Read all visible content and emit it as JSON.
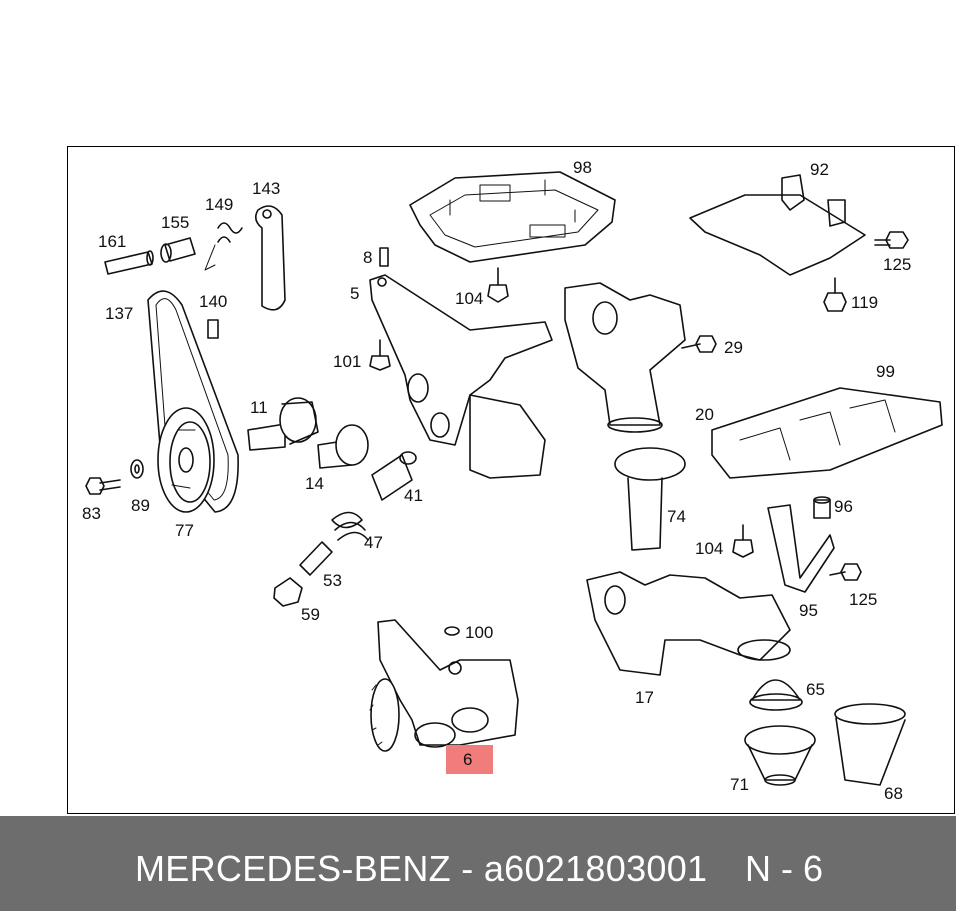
{
  "diagram": {
    "callouts": [
      {
        "id": "98",
        "text": "98"
      },
      {
        "id": "92",
        "text": "92"
      },
      {
        "id": "143",
        "text": "143"
      },
      {
        "id": "149",
        "text": "149"
      },
      {
        "id": "155",
        "text": "155"
      },
      {
        "id": "161",
        "text": "161"
      },
      {
        "id": "8",
        "text": "8"
      },
      {
        "id": "5",
        "text": "5"
      },
      {
        "id": "104a",
        "text": "104"
      },
      {
        "id": "125a",
        "text": "125"
      },
      {
        "id": "119",
        "text": "119"
      },
      {
        "id": "137",
        "text": "137"
      },
      {
        "id": "140",
        "text": "140"
      },
      {
        "id": "101",
        "text": "101"
      },
      {
        "id": "29",
        "text": "29"
      },
      {
        "id": "99",
        "text": "99"
      },
      {
        "id": "11",
        "text": "11"
      },
      {
        "id": "20",
        "text": "20"
      },
      {
        "id": "14",
        "text": "14"
      },
      {
        "id": "41",
        "text": "41"
      },
      {
        "id": "83",
        "text": "83"
      },
      {
        "id": "89",
        "text": "89"
      },
      {
        "id": "77",
        "text": "77"
      },
      {
        "id": "74",
        "text": "74"
      },
      {
        "id": "96",
        "text": "96"
      },
      {
        "id": "47",
        "text": "47"
      },
      {
        "id": "104b",
        "text": "104"
      },
      {
        "id": "53",
        "text": "53"
      },
      {
        "id": "125b",
        "text": "125"
      },
      {
        "id": "59",
        "text": "59"
      },
      {
        "id": "95",
        "text": "95"
      },
      {
        "id": "100",
        "text": "100"
      },
      {
        "id": "65",
        "text": "65"
      },
      {
        "id": "17",
        "text": "17"
      },
      {
        "id": "71",
        "text": "71"
      },
      {
        "id": "68",
        "text": "68"
      }
    ],
    "highlighted_part": "6"
  },
  "caption": {
    "brand_and_part": "MERCEDES-BENZ - a6021803001",
    "position_code": "N - 6"
  },
  "colors": {
    "highlight": "#f07c7c",
    "caption_bar": "#6d6d6d",
    "caption_text": "#ffffff"
  }
}
